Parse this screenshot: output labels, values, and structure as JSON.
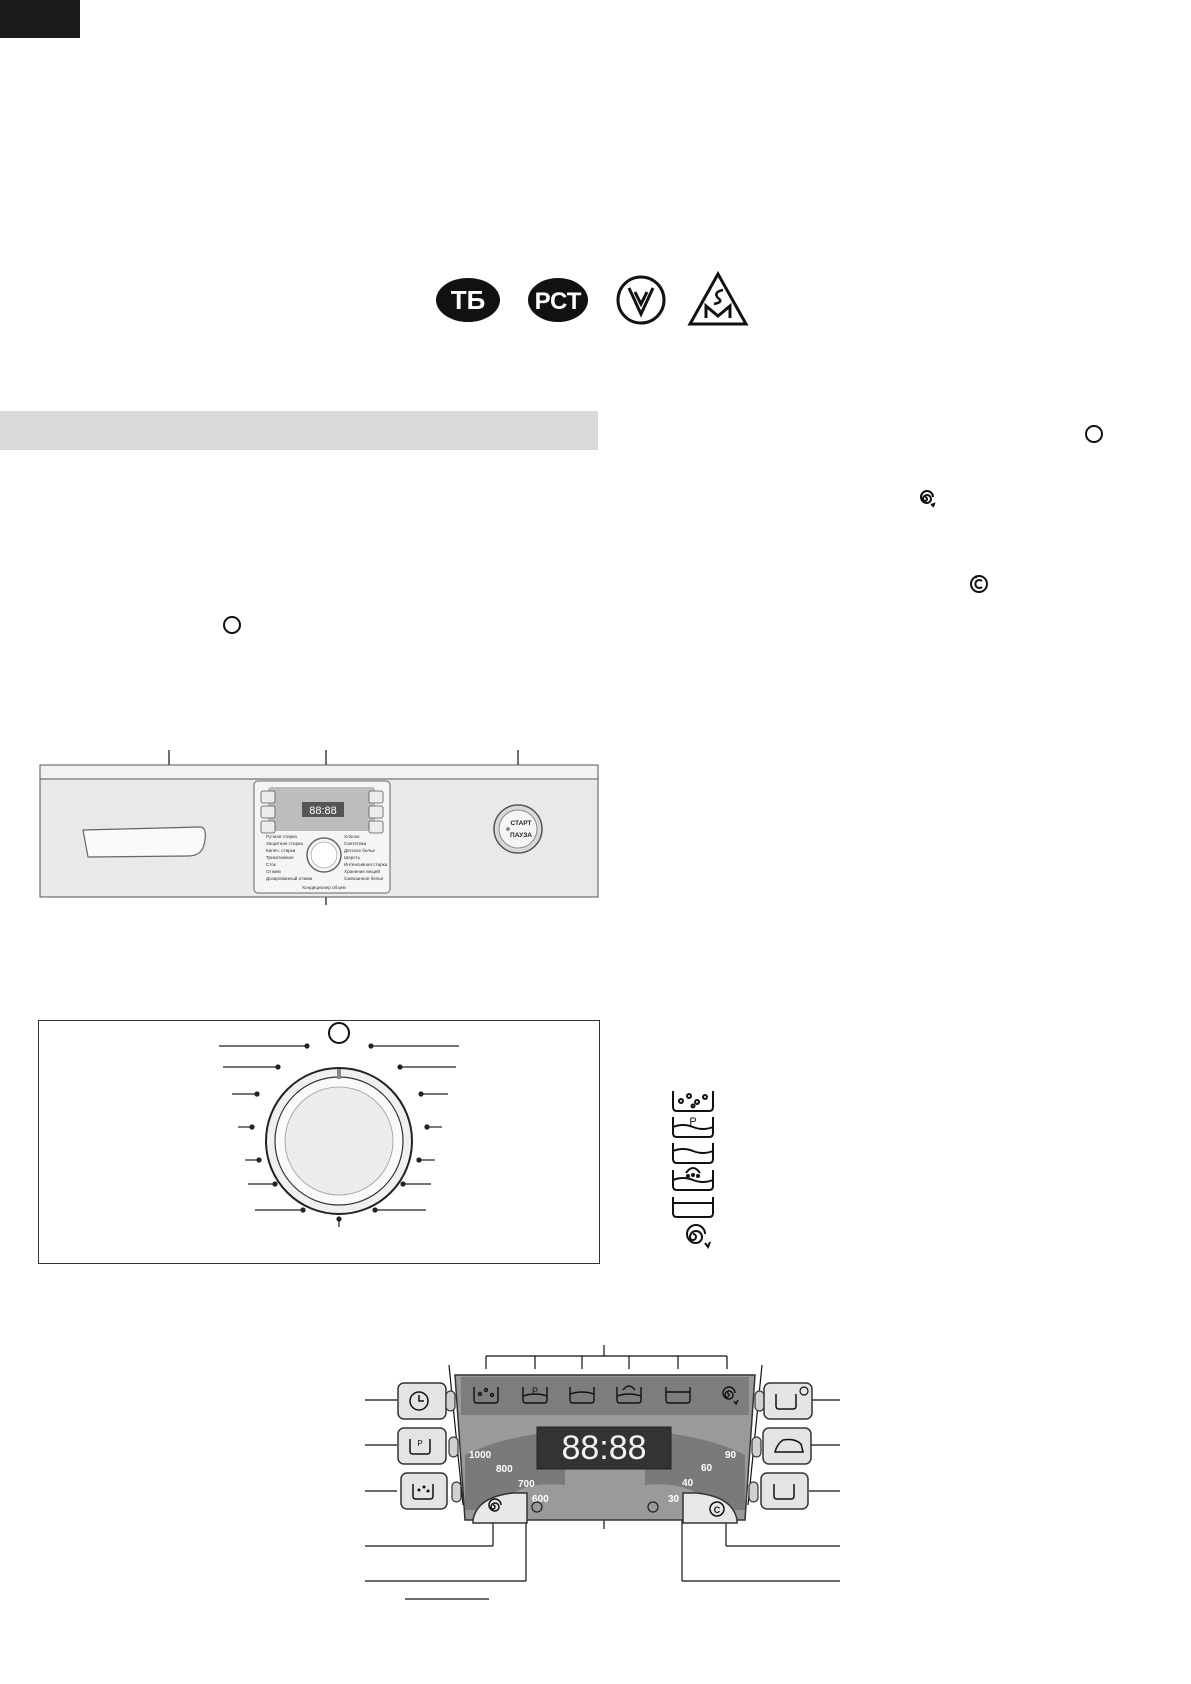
{
  "front_panel": {
    "start_button_line1": "СТАРТ",
    "start_button_line2": "ПАУЗА",
    "display": "88:88",
    "program_labels_left": [
      "Ручная стирка",
      "Защитная стирка",
      "Кипяч. стирки",
      "Трикотажная",
      "Сток",
      "Отжим",
      "Дозированный отжим"
    ],
    "program_labels_right": [
      "Хлопок",
      "Синтетика",
      "Детское белье",
      "Шерсть",
      "Интенсивная стирка",
      "Хранение вещей",
      "Смешанное белье"
    ],
    "program_label_bottom": "Кондиционер объем"
  },
  "control_panel": {
    "display": "88:88",
    "spin_speeds": [
      "1000",
      "800",
      "700",
      "600"
    ],
    "temperatures": [
      "30",
      "40",
      "60",
      "90"
    ]
  }
}
